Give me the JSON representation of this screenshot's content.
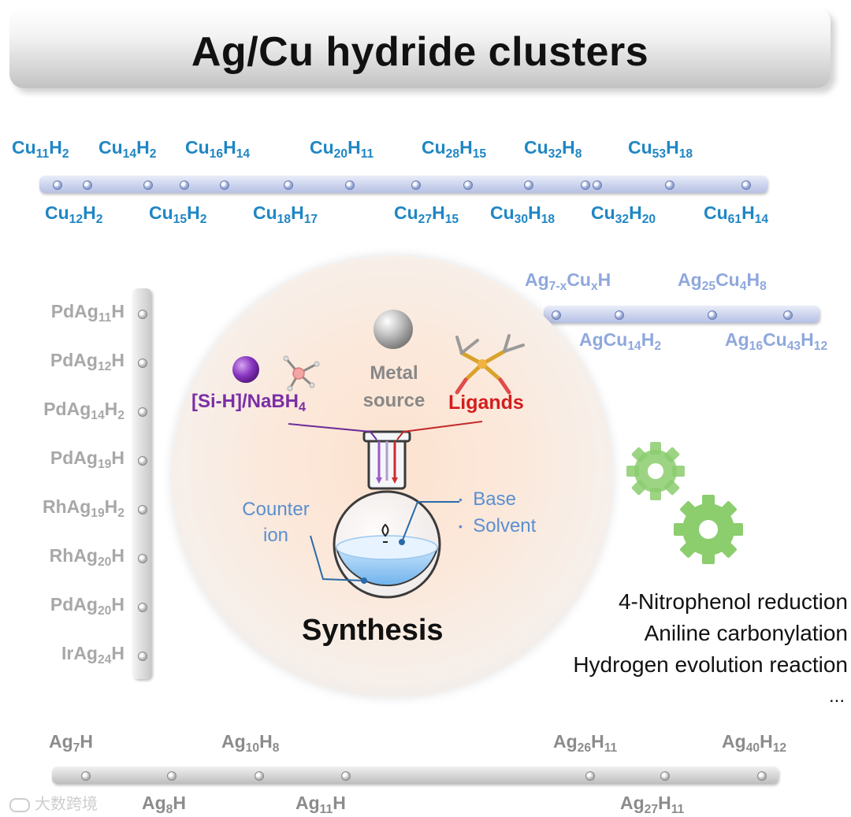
{
  "title": "Ag/Cu hydride clusters",
  "cu_track": {
    "top_labels": [
      {
        "m": "Cu",
        "ms": "11",
        "h": "H",
        "hs": "2"
      },
      {
        "m": "Cu",
        "ms": "14",
        "h": "H",
        "hs": "2"
      },
      {
        "m": "Cu",
        "ms": "16",
        "h": "H",
        "hs": "14"
      },
      {
        "m": "Cu",
        "ms": "20",
        "h": "H",
        "hs": "11"
      },
      {
        "m": "Cu",
        "ms": "28",
        "h": "H",
        "hs": "15"
      },
      {
        "m": "Cu",
        "ms": "32",
        "h": "H",
        "hs": "8"
      },
      {
        "m": "Cu",
        "ms": "53",
        "h": "H",
        "hs": "18"
      }
    ],
    "bottom_labels": [
      {
        "m": "Cu",
        "ms": "12",
        "h": "H",
        "hs": "2"
      },
      {
        "m": "Cu",
        "ms": "15",
        "h": "H",
        "hs": "2"
      },
      {
        "m": "Cu",
        "ms": "18",
        "h": "H",
        "hs": "17"
      },
      {
        "m": "Cu",
        "ms": "27",
        "h": "H",
        "hs": "15"
      },
      {
        "m": "Cu",
        "ms": "30",
        "h": "H",
        "hs": "18"
      },
      {
        "m": "Cu",
        "ms": "32",
        "h": "H",
        "hs": "20"
      },
      {
        "m": "Cu",
        "ms": "61",
        "h": "H",
        "hs": "14"
      }
    ]
  },
  "agcu_track": {
    "top_labels": [
      {
        "parts": [
          [
            "Ag",
            "7-x"
          ],
          [
            "Cu",
            "x"
          ],
          [
            "H",
            ""
          ]
        ]
      },
      {
        "parts": [
          [
            "Ag",
            "25"
          ],
          [
            "Cu",
            "4"
          ],
          [
            "H",
            "8"
          ]
        ]
      }
    ],
    "bottom_labels": [
      {
        "parts": [
          [
            "AgCu",
            "14"
          ],
          [
            "H",
            "2"
          ]
        ]
      },
      {
        "parts": [
          [
            "Ag",
            "16"
          ],
          [
            "Cu",
            "43"
          ],
          [
            "H",
            "12"
          ]
        ]
      }
    ]
  },
  "doped_track": {
    "labels": [
      {
        "parts": [
          [
            "PdAg",
            "11"
          ],
          [
            "H",
            ""
          ]
        ]
      },
      {
        "parts": [
          [
            "PdAg",
            "12"
          ],
          [
            "H",
            ""
          ]
        ]
      },
      {
        "parts": [
          [
            "PdAg",
            "14"
          ],
          [
            "H",
            "2"
          ]
        ]
      },
      {
        "parts": [
          [
            "PdAg",
            "19"
          ],
          [
            "H",
            ""
          ]
        ]
      },
      {
        "parts": [
          [
            "RhAg",
            "19"
          ],
          [
            "H",
            "2"
          ]
        ]
      },
      {
        "parts": [
          [
            "RhAg",
            "20"
          ],
          [
            "H",
            ""
          ]
        ]
      },
      {
        "parts": [
          [
            "PdAg",
            "20"
          ],
          [
            "H",
            ""
          ]
        ]
      },
      {
        "parts": [
          [
            "IrAg",
            "24"
          ],
          [
            "H",
            ""
          ]
        ]
      }
    ]
  },
  "ag_track": {
    "top_labels": [
      {
        "parts": [
          [
            "Ag",
            "7"
          ],
          [
            "H",
            ""
          ]
        ]
      },
      {
        "parts": [
          [
            "Ag",
            "10"
          ],
          [
            "H",
            "8"
          ]
        ]
      },
      {
        "parts": [
          [
            "Ag",
            "26"
          ],
          [
            "H",
            "11"
          ]
        ]
      },
      {
        "parts": [
          [
            "Ag",
            "40"
          ],
          [
            "H",
            "12"
          ]
        ]
      }
    ],
    "bottom_labels": [
      {
        "parts": [
          [
            "Ag",
            "8"
          ],
          [
            "H",
            ""
          ]
        ]
      },
      {
        "parts": [
          [
            "Ag",
            "11"
          ],
          [
            "H",
            ""
          ]
        ]
      },
      {
        "parts": [
          [
            "Ag",
            "27"
          ],
          [
            "H",
            "11"
          ]
        ]
      }
    ]
  },
  "synthesis": {
    "hydride_label": "[Si-H]/NaBH",
    "hydride_sub": "4",
    "metal_line1": "Metal",
    "metal_line2": "source",
    "ligands": "Ligands",
    "counter_line1": "Counter",
    "counter_line2": "ion",
    "base": "Base",
    "solvent": "Solvent",
    "title": "Synthesis"
  },
  "applications": [
    "4-Nitrophenol reduction",
    "Aniline carbonylation",
    "Hydrogen evolution reaction",
    "..."
  ],
  "watermark": "大数跨境",
  "colors": {
    "cu_blue": "#1f86c4",
    "agcu_blue": "#8fa8dd",
    "hydride_purple": "#7b2fa6",
    "ligand_red": "#d21e1e",
    "gear_green": "#8ccd6e"
  }
}
